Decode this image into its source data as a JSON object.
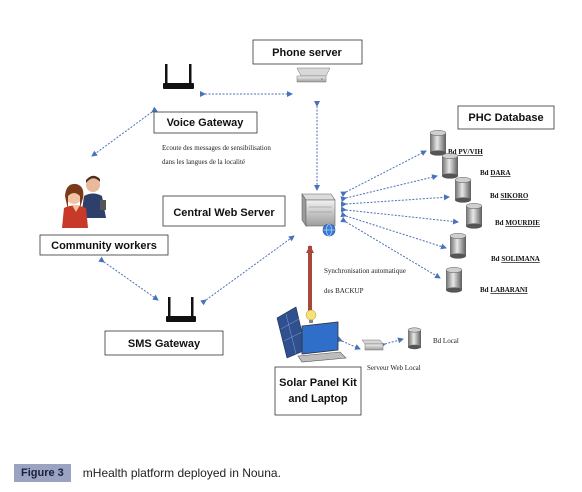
{
  "nodes": {
    "phone_server": "Phone server",
    "voice_gateway": "Voice Gateway",
    "phc_database": "PHC Database",
    "central_web_server": "Central Web Server",
    "community_workers": "Community workers",
    "sms_gateway": "SMS Gateway",
    "solar_panel_kit_line1": "Solar Panel Kit",
    "solar_panel_kit_line2": "and Laptop"
  },
  "annotations": {
    "ecoute_line1": "Ecoute des messages de sensibilisation",
    "ecoute_line2": "dans les langues de la localité",
    "sync_line1": "Synchronisation automatique",
    "sync_line2": "des BACKUP",
    "serveur_web_local": "Serveur Web Local",
    "bd_local": "Bd  Local"
  },
  "databases": [
    {
      "prefix": "Bd ",
      "name": "PV/VIH"
    },
    {
      "prefix": "Bd ",
      "name": "DARA"
    },
    {
      "prefix": "Bd ",
      "name": "SIKORO"
    },
    {
      "prefix": "Bd ",
      "name": "MOURDIE"
    },
    {
      "prefix": "Bd ",
      "name": "SOLIMANA"
    },
    {
      "prefix": "Bd ",
      "name": "LABARANI"
    }
  ],
  "caption": {
    "label": "Figure 3",
    "text": "mHealth platform deployed in Nouna."
  },
  "colors": {
    "arrow": "#4a72b8",
    "sync_arrow": "#a8483a",
    "caption_bg": "#9aa3c2"
  }
}
